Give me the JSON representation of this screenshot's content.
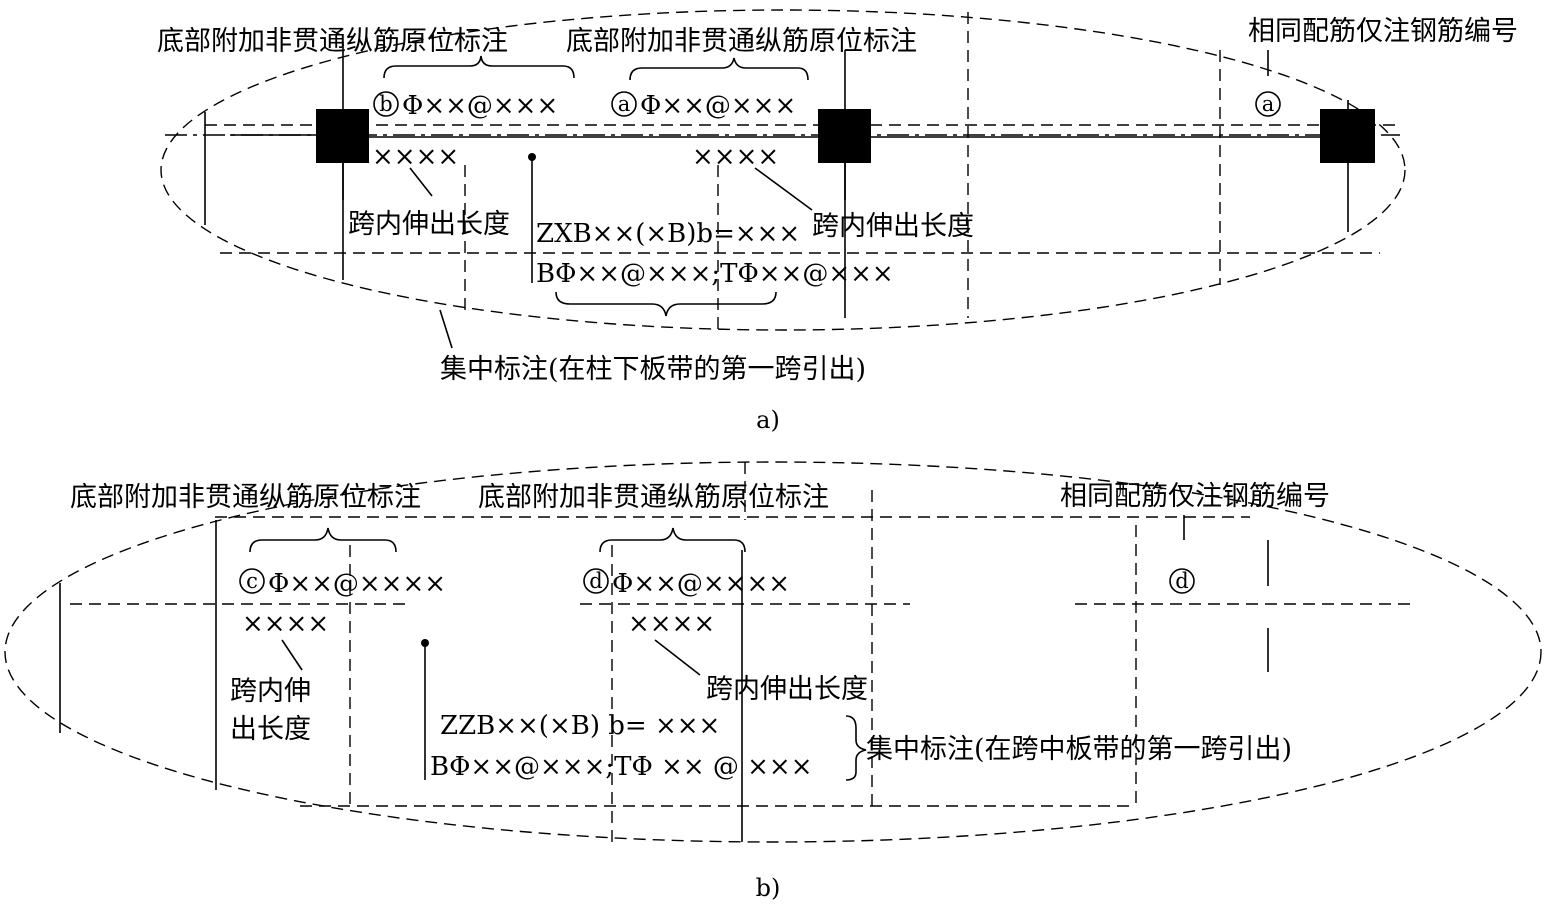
{
  "colors": {
    "ink": "#000000",
    "paper": "#ffffff"
  },
  "a": {
    "label_bottom_additional_1": "底部附加非贯通纵筋原位标注",
    "label_bottom_additional_2": "底部附加非贯通纵筋原位标注",
    "label_same_rebar": "相同配筋仅注钢筋编号",
    "rebar_b_no": "b",
    "rebar_b_spec": "Φ××@×××",
    "rebar_a_no": "a",
    "rebar_a_spec": "Φ××@×××",
    "rebar_a_same_no": "a",
    "extension_len_1": "××××",
    "extension_len_2": "××××",
    "extension_label_1": "跨内伸出长度",
    "extension_label_2": "跨内伸出长度",
    "central_line1": "ZXB××(×B)b=×××",
    "central_line2": "BΦ××@×××;TΦ××@×××",
    "central_label": "集中标注(在柱下板带的第一跨引出)",
    "caption": "a)"
  },
  "b": {
    "label_bottom_additional_1": "底部附加非贯通纵筋原位标注",
    "label_bottom_additional_2": "底部附加非贯通纵筋原位标注",
    "label_same_rebar": "相同配筋仅注钢筋编号",
    "rebar_c_no": "c",
    "rebar_c_spec": "Φ××@××××",
    "rebar_d_no": "d",
    "rebar_d_spec": "Φ××@××××",
    "rebar_d_same_no": "d",
    "extension_len_1": "××××",
    "extension_len_2": "××××",
    "extension_label_1_line1": "跨内伸",
    "extension_label_1_line2": "出长度",
    "extension_label_2": "跨内伸出长度",
    "central_line1": "ZZB××(×B) b= ×××",
    "central_line2": "BΦ××@×××;TΦ ×× @ ×××",
    "central_label": "集中标注(在跨中板带的第一跨引出)",
    "caption": "b)"
  }
}
